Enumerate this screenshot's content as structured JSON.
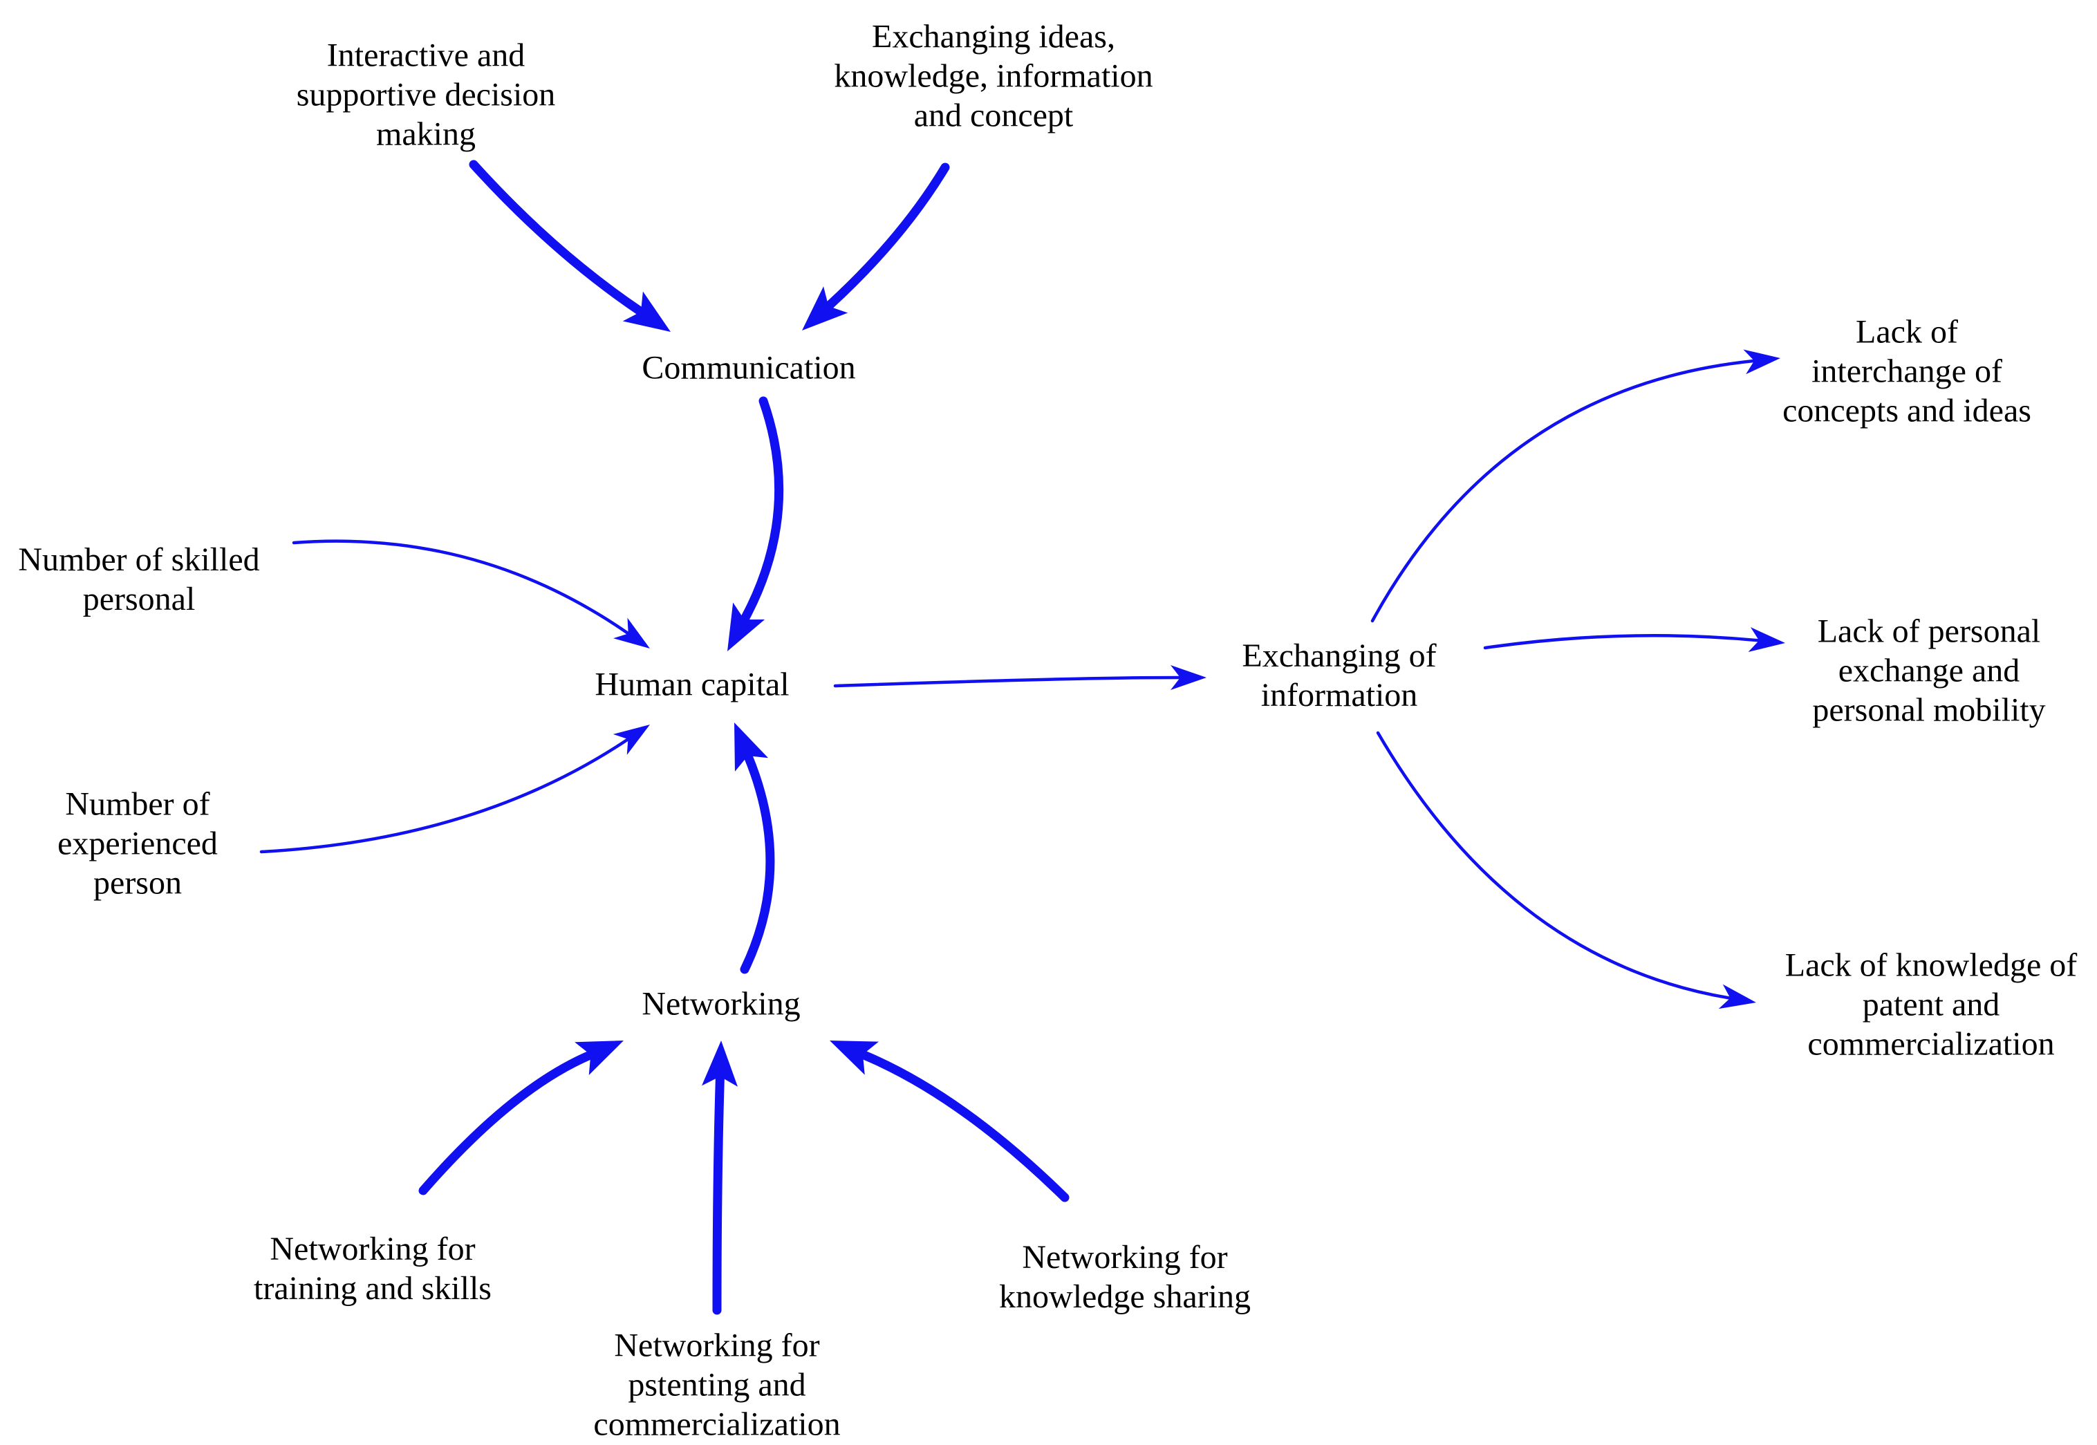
{
  "colors": {
    "arrow": "#1010f0",
    "text": "#000000",
    "background": "#ffffff"
  },
  "nodes": {
    "interactive": {
      "lines": [
        "Interactive and",
        "supportive decision",
        "making"
      ]
    },
    "exchanging_ideas": {
      "lines": [
        "Exchanging ideas,",
        "knowledge, information",
        "and concept"
      ]
    },
    "communication": {
      "lines": [
        "Communication"
      ]
    },
    "skilled": {
      "lines": [
        "Number of skilled",
        "personal"
      ]
    },
    "human_capital": {
      "lines": [
        "Human capital"
      ]
    },
    "experienced": {
      "lines": [
        "Number of",
        "experienced",
        "person"
      ]
    },
    "networking": {
      "lines": [
        "Networking"
      ]
    },
    "net_training": {
      "lines": [
        "Networking for",
        "training and skills"
      ]
    },
    "net_patenting": {
      "lines": [
        "Networking for",
        "pstenting and",
        "commercialization"
      ]
    },
    "net_knowledge": {
      "lines": [
        "Networking for",
        "knowledge sharing"
      ]
    },
    "exchanging_info": {
      "lines": [
        "Exchanging of",
        "information"
      ]
    },
    "lack_interchange": {
      "lines": [
        "Lack of",
        "interchange of",
        "concepts and ideas"
      ]
    },
    "lack_personal": {
      "lines": [
        "Lack of personal",
        "exchange and",
        "personal mobility"
      ]
    },
    "lack_knowledge": {
      "lines": [
        "Lack of knowledge of",
        "patent and",
        "commercialization"
      ]
    }
  },
  "links": [
    {
      "from": "interactive",
      "to": "communication",
      "weight": "thick"
    },
    {
      "from": "exchanging_ideas",
      "to": "communication",
      "weight": "thick"
    },
    {
      "from": "communication",
      "to": "human_capital",
      "weight": "thick"
    },
    {
      "from": "skilled",
      "to": "human_capital",
      "weight": "thin"
    },
    {
      "from": "experienced",
      "to": "human_capital",
      "weight": "thin"
    },
    {
      "from": "networking",
      "to": "human_capital",
      "weight": "thick"
    },
    {
      "from": "net_training",
      "to": "networking",
      "weight": "thick"
    },
    {
      "from": "net_patenting",
      "to": "networking",
      "weight": "thick"
    },
    {
      "from": "net_knowledge",
      "to": "networking",
      "weight": "thick"
    },
    {
      "from": "human_capital",
      "to": "exchanging_info",
      "weight": "thin"
    },
    {
      "from": "exchanging_info",
      "to": "lack_interchange",
      "weight": "thin"
    },
    {
      "from": "exchanging_info",
      "to": "lack_personal",
      "weight": "thin"
    },
    {
      "from": "exchanging_info",
      "to": "lack_knowledge",
      "weight": "thin"
    }
  ]
}
